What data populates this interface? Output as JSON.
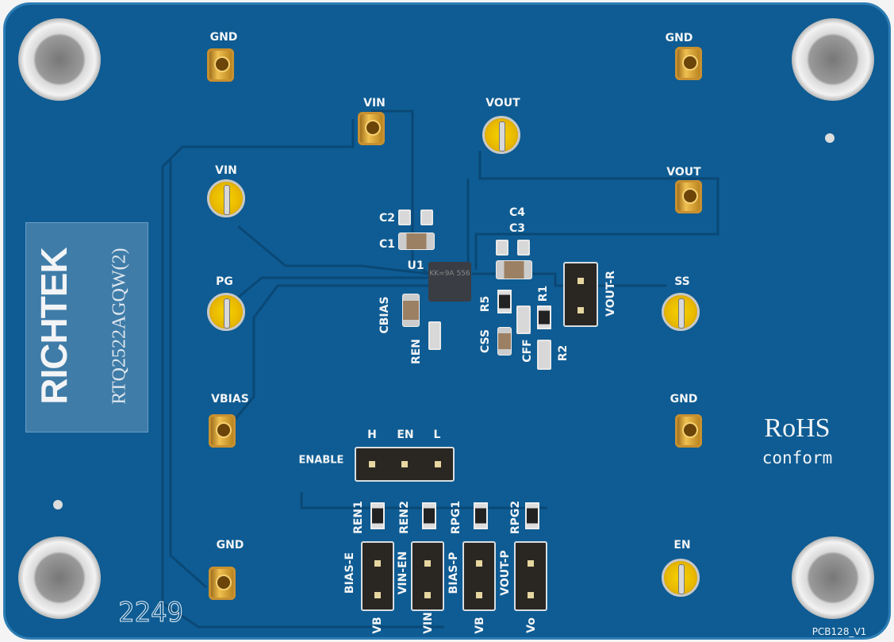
{
  "board": {
    "color": "#0e5c93",
    "silkscreen": "#f2f4f6"
  },
  "test_points": {
    "gnd_tl": "GND",
    "gnd_tr": "GND",
    "vin_top": "VIN",
    "vout_top": "VOUT",
    "vin_left": "VIN",
    "vout_right": "VOUT",
    "pg": "PG",
    "ss": "SS",
    "vbias": "VBIAS",
    "gnd_right": "GND",
    "gnd_bl": "GND",
    "en": "EN"
  },
  "components": {
    "c2": "C2",
    "c1": "C1",
    "u1": "U1",
    "c4": "C4",
    "c3": "C3",
    "cbias": "CBIAS",
    "ren": "REN",
    "r5": "R5",
    "r1": "R1",
    "css": "CSS",
    "cff": "CFF",
    "r2": "R2",
    "vout_r": "VOUT-R",
    "u1_marking": "KK=9A 556"
  },
  "enable": {
    "label": "ENABLE",
    "h": "H",
    "en": "EN",
    "l": "L"
  },
  "jumpers": {
    "ren1": "REN1",
    "ren2": "REN2",
    "rpg1": "RPG1",
    "rpg2": "RPG2",
    "bias_e": "BIAS-E",
    "vin_en": "VIN-EN",
    "bias_p": "BIAS-P",
    "vout_p": "VOUT-P",
    "vb1": "VB",
    "vin": "VIN",
    "vb2": "VB",
    "vo": "Vo"
  },
  "label_sticker": {
    "logo": "RICHTEK",
    "part": "RTQ2522AGQW(2)"
  },
  "rohs": {
    "title": "RoHS",
    "sub": "conform"
  },
  "date_code": "2249",
  "pcb_version": "PCB128_V1"
}
